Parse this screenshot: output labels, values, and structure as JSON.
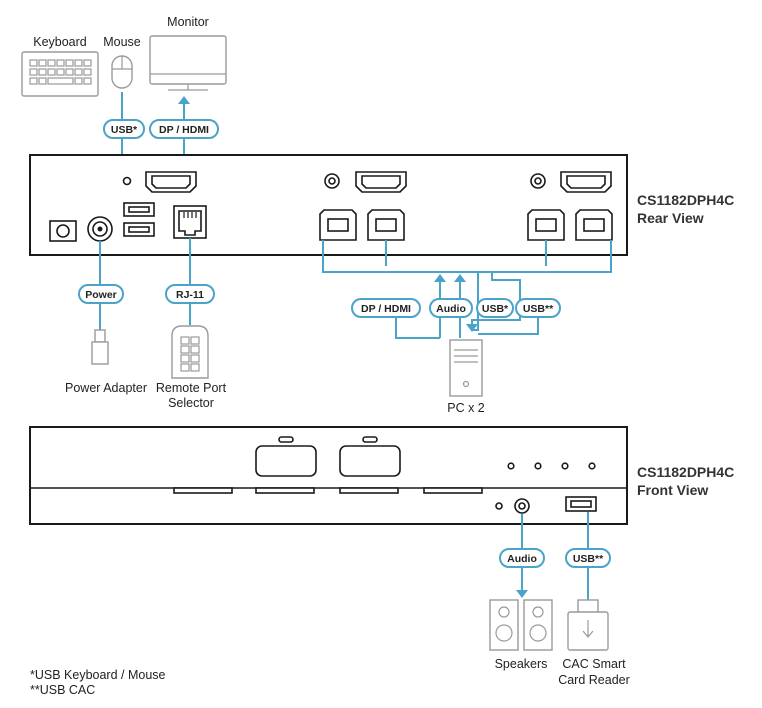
{
  "peripherals": {
    "keyboard": "Keyboard",
    "mouse": "Mouse",
    "monitor": "Monitor",
    "power_adapter": "Power Adapter",
    "remote_port_selector_line1": "Remote Port",
    "remote_port_selector_line2": "Selector",
    "pc": "PC x 2",
    "speakers": "Speakers",
    "cac_line1": "CAC Smart",
    "cac_line2": "Card Reader"
  },
  "connections": {
    "usb_kbd": "USB*",
    "dp_hdmi_monitor": "DP / HDMI",
    "power": "Power",
    "rj11": "RJ-11",
    "dp_hdmi_pc": "DP / HDMI",
    "audio_pc": "Audio",
    "usb_pc": "USB*",
    "usb_cac_pc": "USB**",
    "audio_front": "Audio",
    "usb_cac_front": "USB**"
  },
  "views": {
    "rear_model": "CS1182DPH4C",
    "rear_label": "Rear View",
    "front_model": "CS1182DPH4C",
    "front_label": "Front View"
  },
  "footnotes": {
    "note1": "*USB Keyboard / Mouse",
    "note2": "**USB CAC"
  },
  "colors": {
    "wire": "#4aa3c8",
    "device_outline": "#1a1a1a",
    "peripheral_outline": "#9a9a9a"
  }
}
